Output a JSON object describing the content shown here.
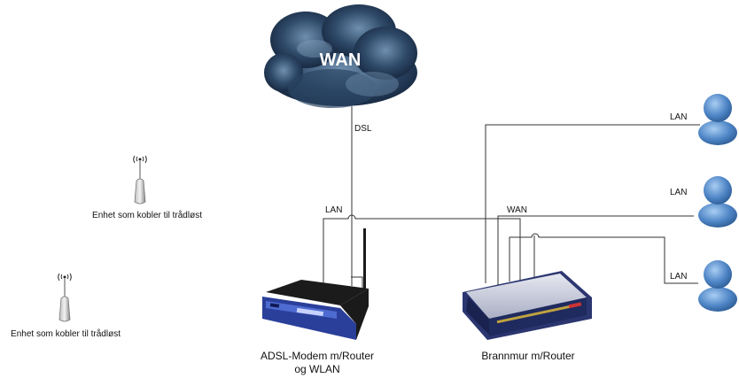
{
  "cloud": {
    "label": "WAN"
  },
  "links": {
    "dsl": "DSL",
    "modem_lan": "LAN",
    "firewall_wan": "WAN",
    "lan_1": "LAN",
    "lan_2": "LAN",
    "lan_3": "LAN"
  },
  "wireless_devices": [
    {
      "label": "Enhet som kobler til trådløst"
    },
    {
      "label": "Enhet som kobler til trådløst"
    }
  ],
  "devices": {
    "modem": {
      "line1": "ADSL-Modem m/Router",
      "line2": "og WLAN"
    },
    "firewall": {
      "label": "Brannmur m/Router"
    }
  },
  "icons": {
    "cloud": "storm-cloud-icon",
    "antenna": "wireless-antenna-icon",
    "user": "user-icon",
    "router": "wireless-router-icon",
    "firewall": "firewall-appliance-icon"
  },
  "colors": {
    "cloud_dark": "#14233a",
    "cloud_light": "#6f8fae",
    "user_blue": "#4f86c6",
    "router_blue": "#2a3f9a",
    "wire": "#333333"
  }
}
